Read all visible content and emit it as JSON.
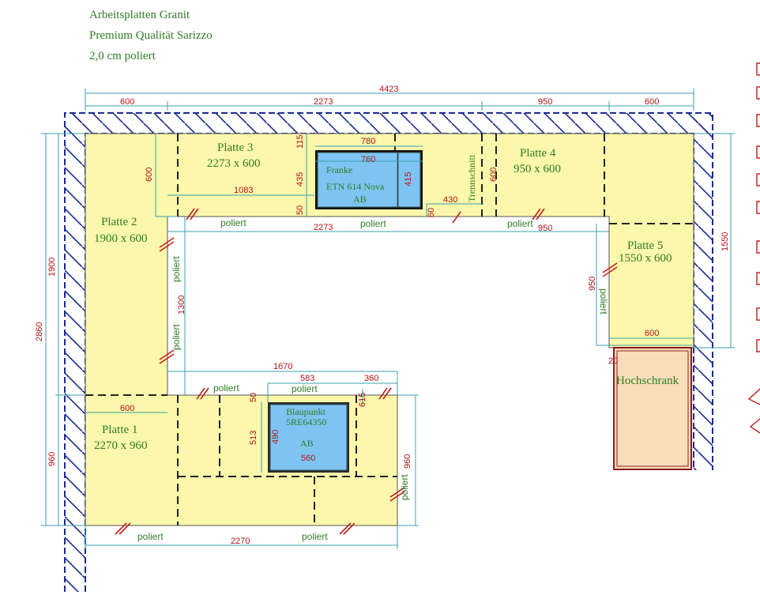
{
  "header": {
    "line1": "Arbeitsplatten Granit",
    "line2": "Premium Qualität Sarizzo",
    "line3": "2,0 cm poliert"
  },
  "colors": {
    "plate": "#fbf7ab",
    "sink": "#7ec4f2",
    "tall_cabinet": "#f8ddba",
    "label": "#2e7d24",
    "dimension": "#b5141a",
    "dimension_line": "#3c9fb0",
    "wall": "#1a2a90"
  },
  "plates": {
    "p1": {
      "name": "Platte 1",
      "size": "2270 x 960"
    },
    "p2": {
      "name": "Platte 2",
      "size": "1900 x 600"
    },
    "p3": {
      "name": "Platte 3",
      "size": "2273 x 600"
    },
    "p4": {
      "name": "Platte 4",
      "size": "950 x 600"
    },
    "p5": {
      "name": "Platte 5",
      "size": "1550 x 600"
    }
  },
  "sinks": {
    "franke": {
      "brand": "Franke",
      "model": "ETN 614 Nova",
      "code": "AB"
    },
    "blaupunkt": {
      "brand": "Blaupunkt",
      "model": "5RE64350",
      "code": "AB"
    }
  },
  "tall_cabinet": "Hochschrank",
  "separator": "Trennschnitt",
  "polished": "poliert",
  "dims": {
    "d4423": "4423",
    "d600a": "600",
    "d2273": "2273",
    "d950": "950",
    "d600b": "600",
    "d2860": "2860",
    "d1900": "1900",
    "d960": "960",
    "d1550": "1550",
    "d600l": "600",
    "d115": "115",
    "d435": "435",
    "d50": "50",
    "d780": "780",
    "d760": "760",
    "d415": "415",
    "d1083": "1083",
    "d60": "60",
    "d430": "430",
    "d600m": "600",
    "d2273b": "2273",
    "d950b": "950",
    "d950c": "950",
    "d600r": "600",
    "d20": "20",
    "d1300": "1300",
    "d1670": "1670",
    "d583": "583",
    "d360": "360",
    "d600p1": "600",
    "d50b": "50",
    "d615": "615",
    "d513": "513",
    "d490": "490",
    "d560": "560",
    "d960b": "960",
    "d2270": "2270"
  }
}
